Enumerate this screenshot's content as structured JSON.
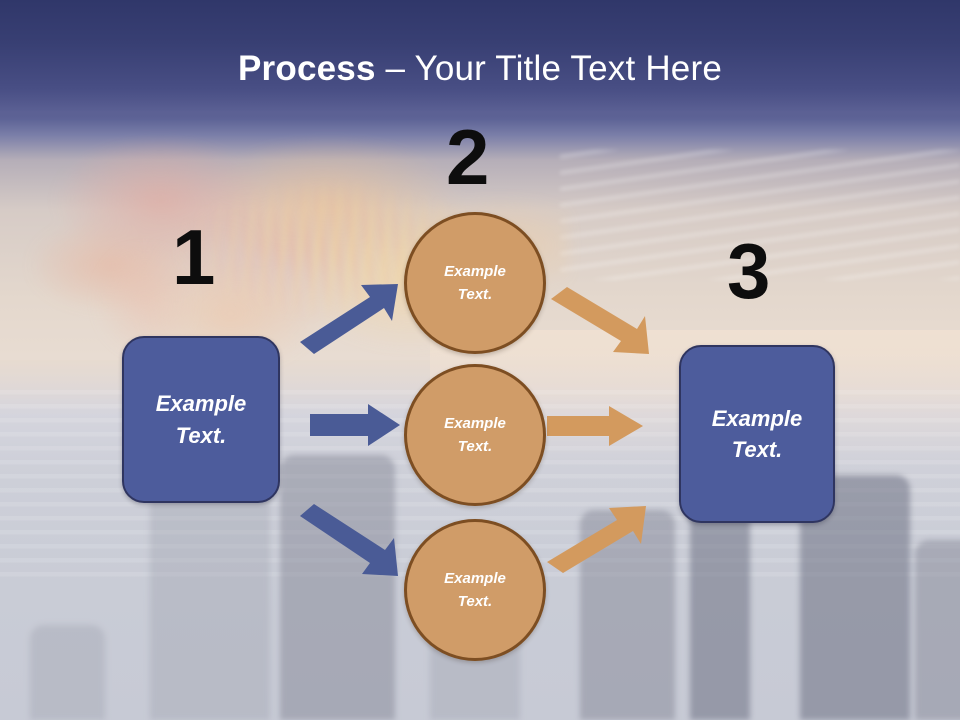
{
  "slide": {
    "title_lead": "Process",
    "title_rest": " – Your Title Text Here",
    "background_description": "faded photograph of a fiery mushroom cloud over a sea horizon with pier pilings"
  },
  "colors": {
    "title_band": "#30376a",
    "box_fill": "#4d5c9c",
    "box_border": "#2f3560",
    "circle_fill": "#d09c68",
    "circle_border": "#7d4e22",
    "arrow_blue": "#4a5b96",
    "arrow_orange": "#d39a5e",
    "number_color": "#0d0d0d",
    "text_on_shape": "#ffffff"
  },
  "steps": [
    {
      "number": "1",
      "label": "Example\nText."
    },
    {
      "number": "2",
      "label": "Example\nText."
    },
    {
      "number": "3",
      "label": "Example\nText."
    }
  ],
  "step_numbers": {
    "one": "1",
    "two": "2",
    "three": "3"
  },
  "shapes": {
    "left_box": {
      "line1": "Example",
      "line2": "Text."
    },
    "right_box": {
      "line1": "Example",
      "line2": "Text."
    },
    "circle_top": {
      "line1": "Example",
      "line2": "Text."
    },
    "circle_middle": {
      "line1": "Example",
      "line2": "Text."
    },
    "circle_bottom": {
      "line1": "Example",
      "line2": "Text."
    }
  },
  "arrows": [
    {
      "name": "blue-arrow-up",
      "color": "#4a5b96",
      "direction": "up-right",
      "from": "left-box",
      "to": "circle-top"
    },
    {
      "name": "blue-arrow-mid",
      "color": "#4a5b96",
      "direction": "right",
      "from": "left-box",
      "to": "circle-middle"
    },
    {
      "name": "blue-arrow-down",
      "color": "#4a5b96",
      "direction": "down-right",
      "from": "left-box",
      "to": "circle-bottom"
    },
    {
      "name": "orange-arrow-up",
      "color": "#d39a5e",
      "direction": "down-right",
      "from": "circle-top",
      "to": "right-box"
    },
    {
      "name": "orange-arrow-mid",
      "color": "#d39a5e",
      "direction": "right",
      "from": "circle-middle",
      "to": "right-box"
    },
    {
      "name": "orange-arrow-down",
      "color": "#d39a5e",
      "direction": "up-right",
      "from": "circle-bottom",
      "to": "right-box"
    }
  ]
}
